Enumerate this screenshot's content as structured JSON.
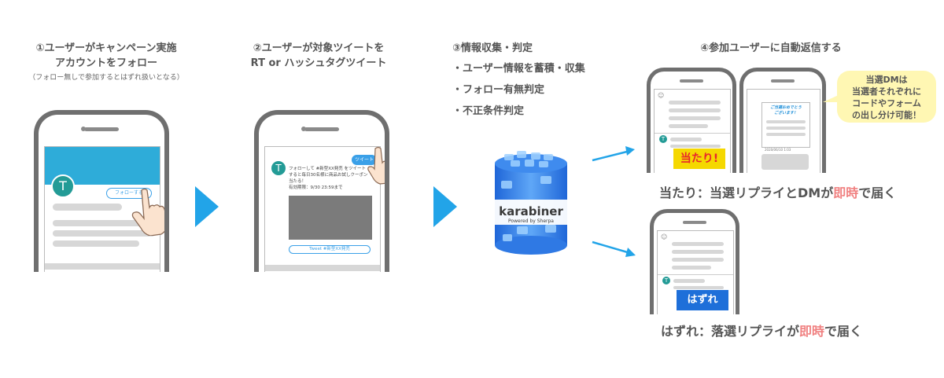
{
  "steps": [
    {
      "title_line1": "①ユーザーがキャンペーン実施",
      "title_line2": "アカウントをフォロー",
      "note": "（フォロー無しで参加するとはずれ扱いとなる）"
    },
    {
      "title_line1": "②ユーザーが対象ツイートを",
      "title_line2": "RT or ハッシュタグツイート"
    },
    {
      "title": "③情報収集・判定",
      "bullets": [
        "・ユーザー情報を蓄積・収集",
        "・フォロー有無判定",
        "・不正条件判定"
      ]
    },
    {
      "title": "④参加ユーザーに自動返信する"
    }
  ],
  "phone1": {
    "avatar_letter": "T",
    "follow_button": "フォローする"
  },
  "phone2": {
    "avatar_letter": "T",
    "tweet_button": "ツイート",
    "tweet_lines": [
      "フォローして #新型XX発売 をツイート",
      "すると毎日30名様に商品お試しクーポン",
      "当たる！",
      "有効期限：9/30 23:59まで"
    ],
    "tweet_cta": "Tweet #新型XX発売"
  },
  "karabiner": {
    "name": "karabiner",
    "tagline": "Powered by Sherpa"
  },
  "win": {
    "dm_card_line1": "ご当選おめでとう",
    "dm_card_line2": "ございます！",
    "dm_timestamp": "2020/06/10 1:03",
    "badge": "当たり!",
    "bubble_lines": [
      "当選DMは",
      "当選者それぞれに",
      "コードやフォーム",
      "の出し分け可能！"
    ],
    "result_prefix": "当たり：当選リプライとDMが",
    "result_highlight": "即時",
    "result_suffix": "で届く"
  },
  "lose": {
    "badge": "はずれ",
    "result_prefix": "はずれ：落選リプライが",
    "result_highlight": "即時",
    "result_suffix": "で届く"
  },
  "colors": {
    "twitter_blue": "#3aa0e8",
    "arrow_blue": "#22a4e8",
    "avatar_teal": "#239b96",
    "win_yellow": "#f5d800",
    "win_red": "#e8262c",
    "lose_blue": "#1e6fd9",
    "highlight_red": "#f08080",
    "bubble_yellow": "#fff7b3"
  }
}
